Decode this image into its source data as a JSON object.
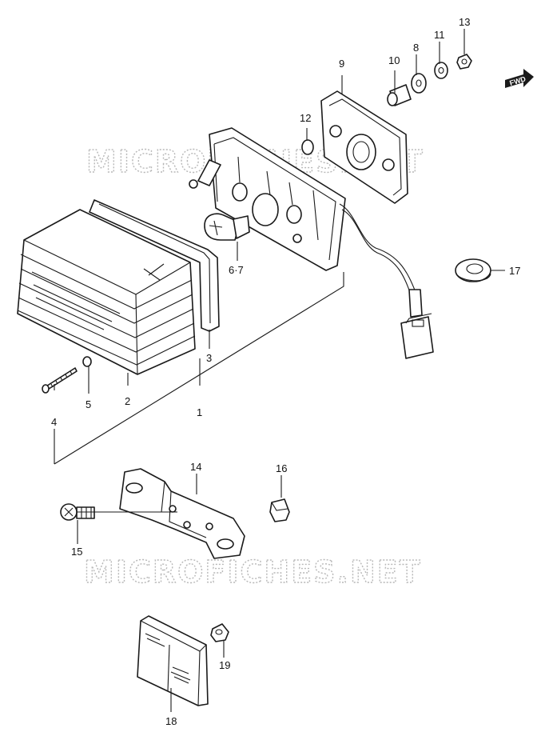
{
  "watermark": {
    "text_top": "MICROFICHES.NET",
    "text_bottom": "MICROFICHES.NET",
    "color": "#b8b8b8"
  },
  "direction_badge": {
    "text": "FWD",
    "icon": "forward-arrow-icon"
  },
  "callouts": {
    "p1": "1",
    "p2": "2",
    "p3": "3",
    "p4": "4",
    "p5": "5",
    "p67": "6·7",
    "p8": "8",
    "p9": "9",
    "p10": "10",
    "p11": "11",
    "p12": "12",
    "p13": "13",
    "p14": "14",
    "p15": "15",
    "p16": "16",
    "p17": "17",
    "p18": "18",
    "p19": "19"
  },
  "colors": {
    "line": "#1a1a1a",
    "background": "#ffffff"
  }
}
